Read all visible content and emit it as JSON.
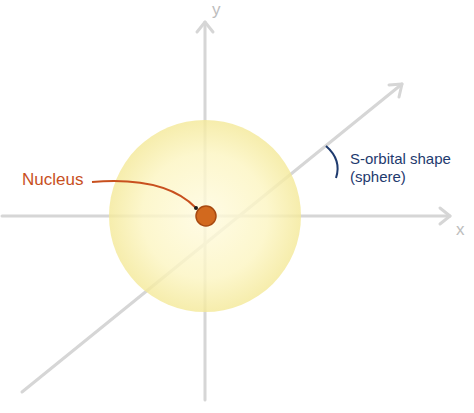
{
  "diagram": {
    "labels": [
      "y",
      "x",
      "Nucleus",
      "S-orbital shape (sphere)"
    ]
  }
}
